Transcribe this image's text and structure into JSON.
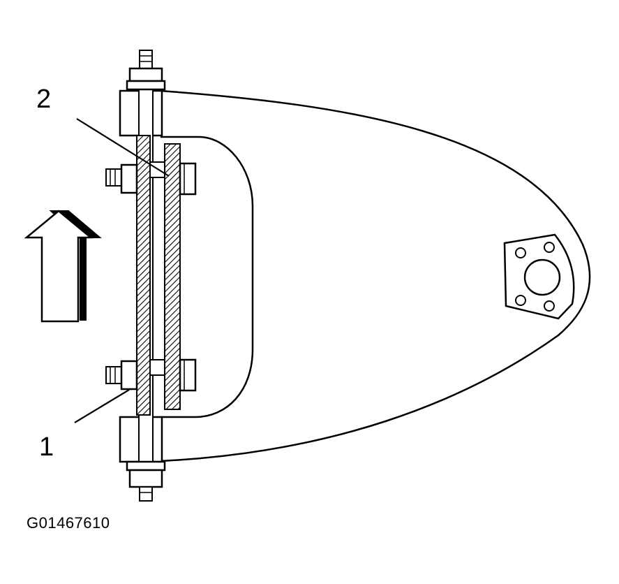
{
  "figure_id": "G01467610",
  "callouts": [
    {
      "number": "1",
      "part": "lower-bolt"
    },
    {
      "number": "2",
      "part": "plate"
    }
  ],
  "colors": {
    "line": "#000000",
    "fill": "#ffffff"
  }
}
